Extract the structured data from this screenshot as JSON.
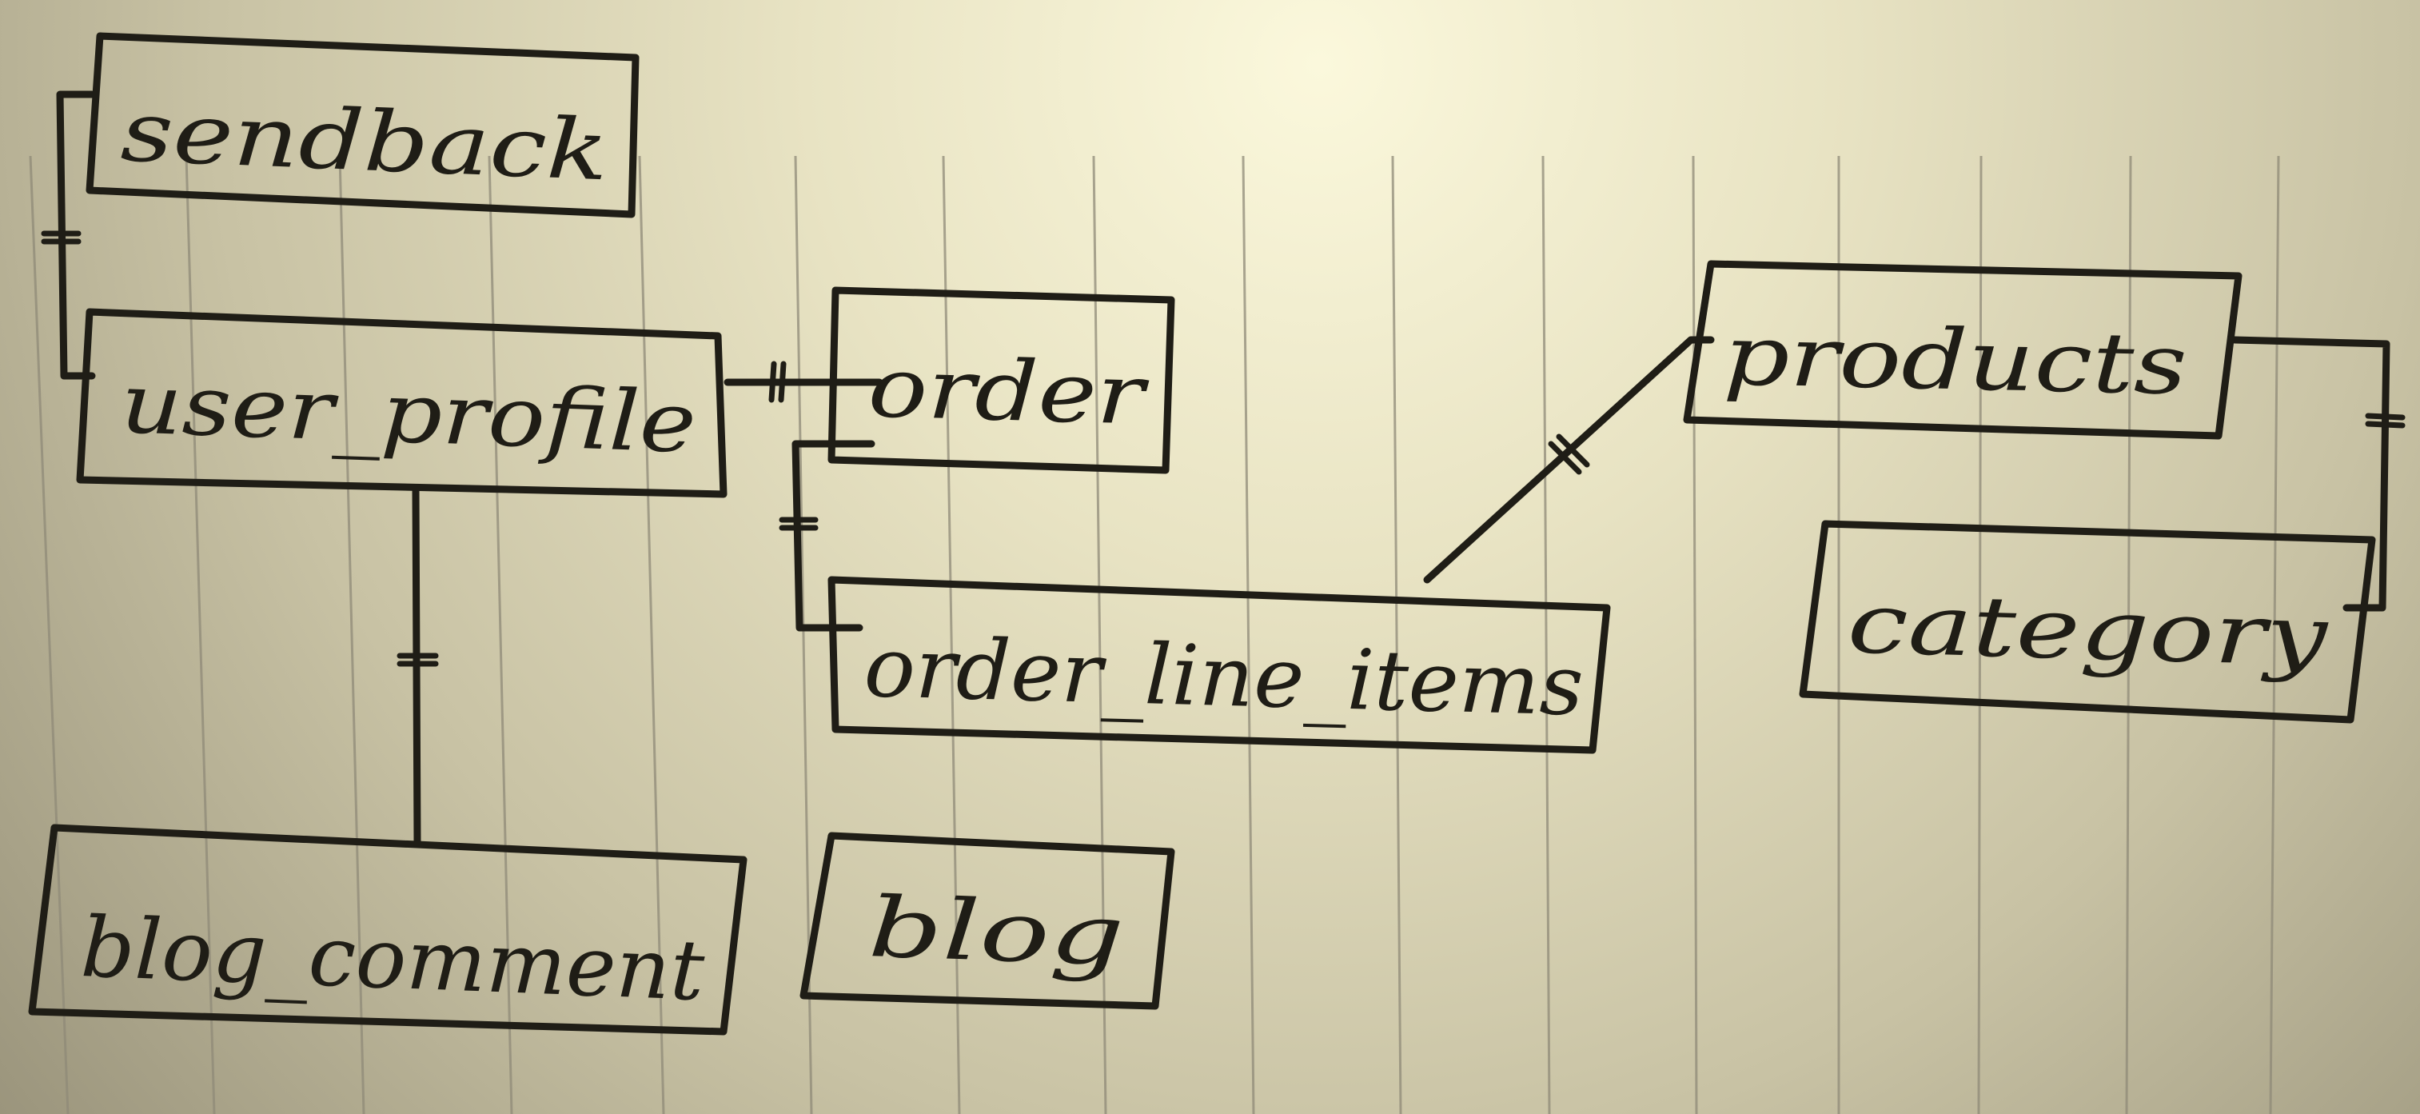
{
  "diagram": {
    "entities": {
      "sendback": "sendback",
      "user_profile": "user_profile",
      "order": "order",
      "order_line_items": "order_line_items",
      "products": "products",
      "category": "category",
      "blog_comment": "blog_comment",
      "blog": "blog"
    },
    "relationships": [
      {
        "from": "sendback",
        "to": "user_profile"
      },
      {
        "from": "user_profile",
        "to": "order"
      },
      {
        "from": "user_profile",
        "to": "blog_comment"
      },
      {
        "from": "order",
        "to": "order_line_items"
      },
      {
        "from": "order_line_items",
        "to": "products"
      },
      {
        "from": "products",
        "to": "category"
      }
    ],
    "colors": {
      "ink": "#1f1d16",
      "paper": "#d9d4b6",
      "rule_line": "#8f8a78"
    }
  }
}
